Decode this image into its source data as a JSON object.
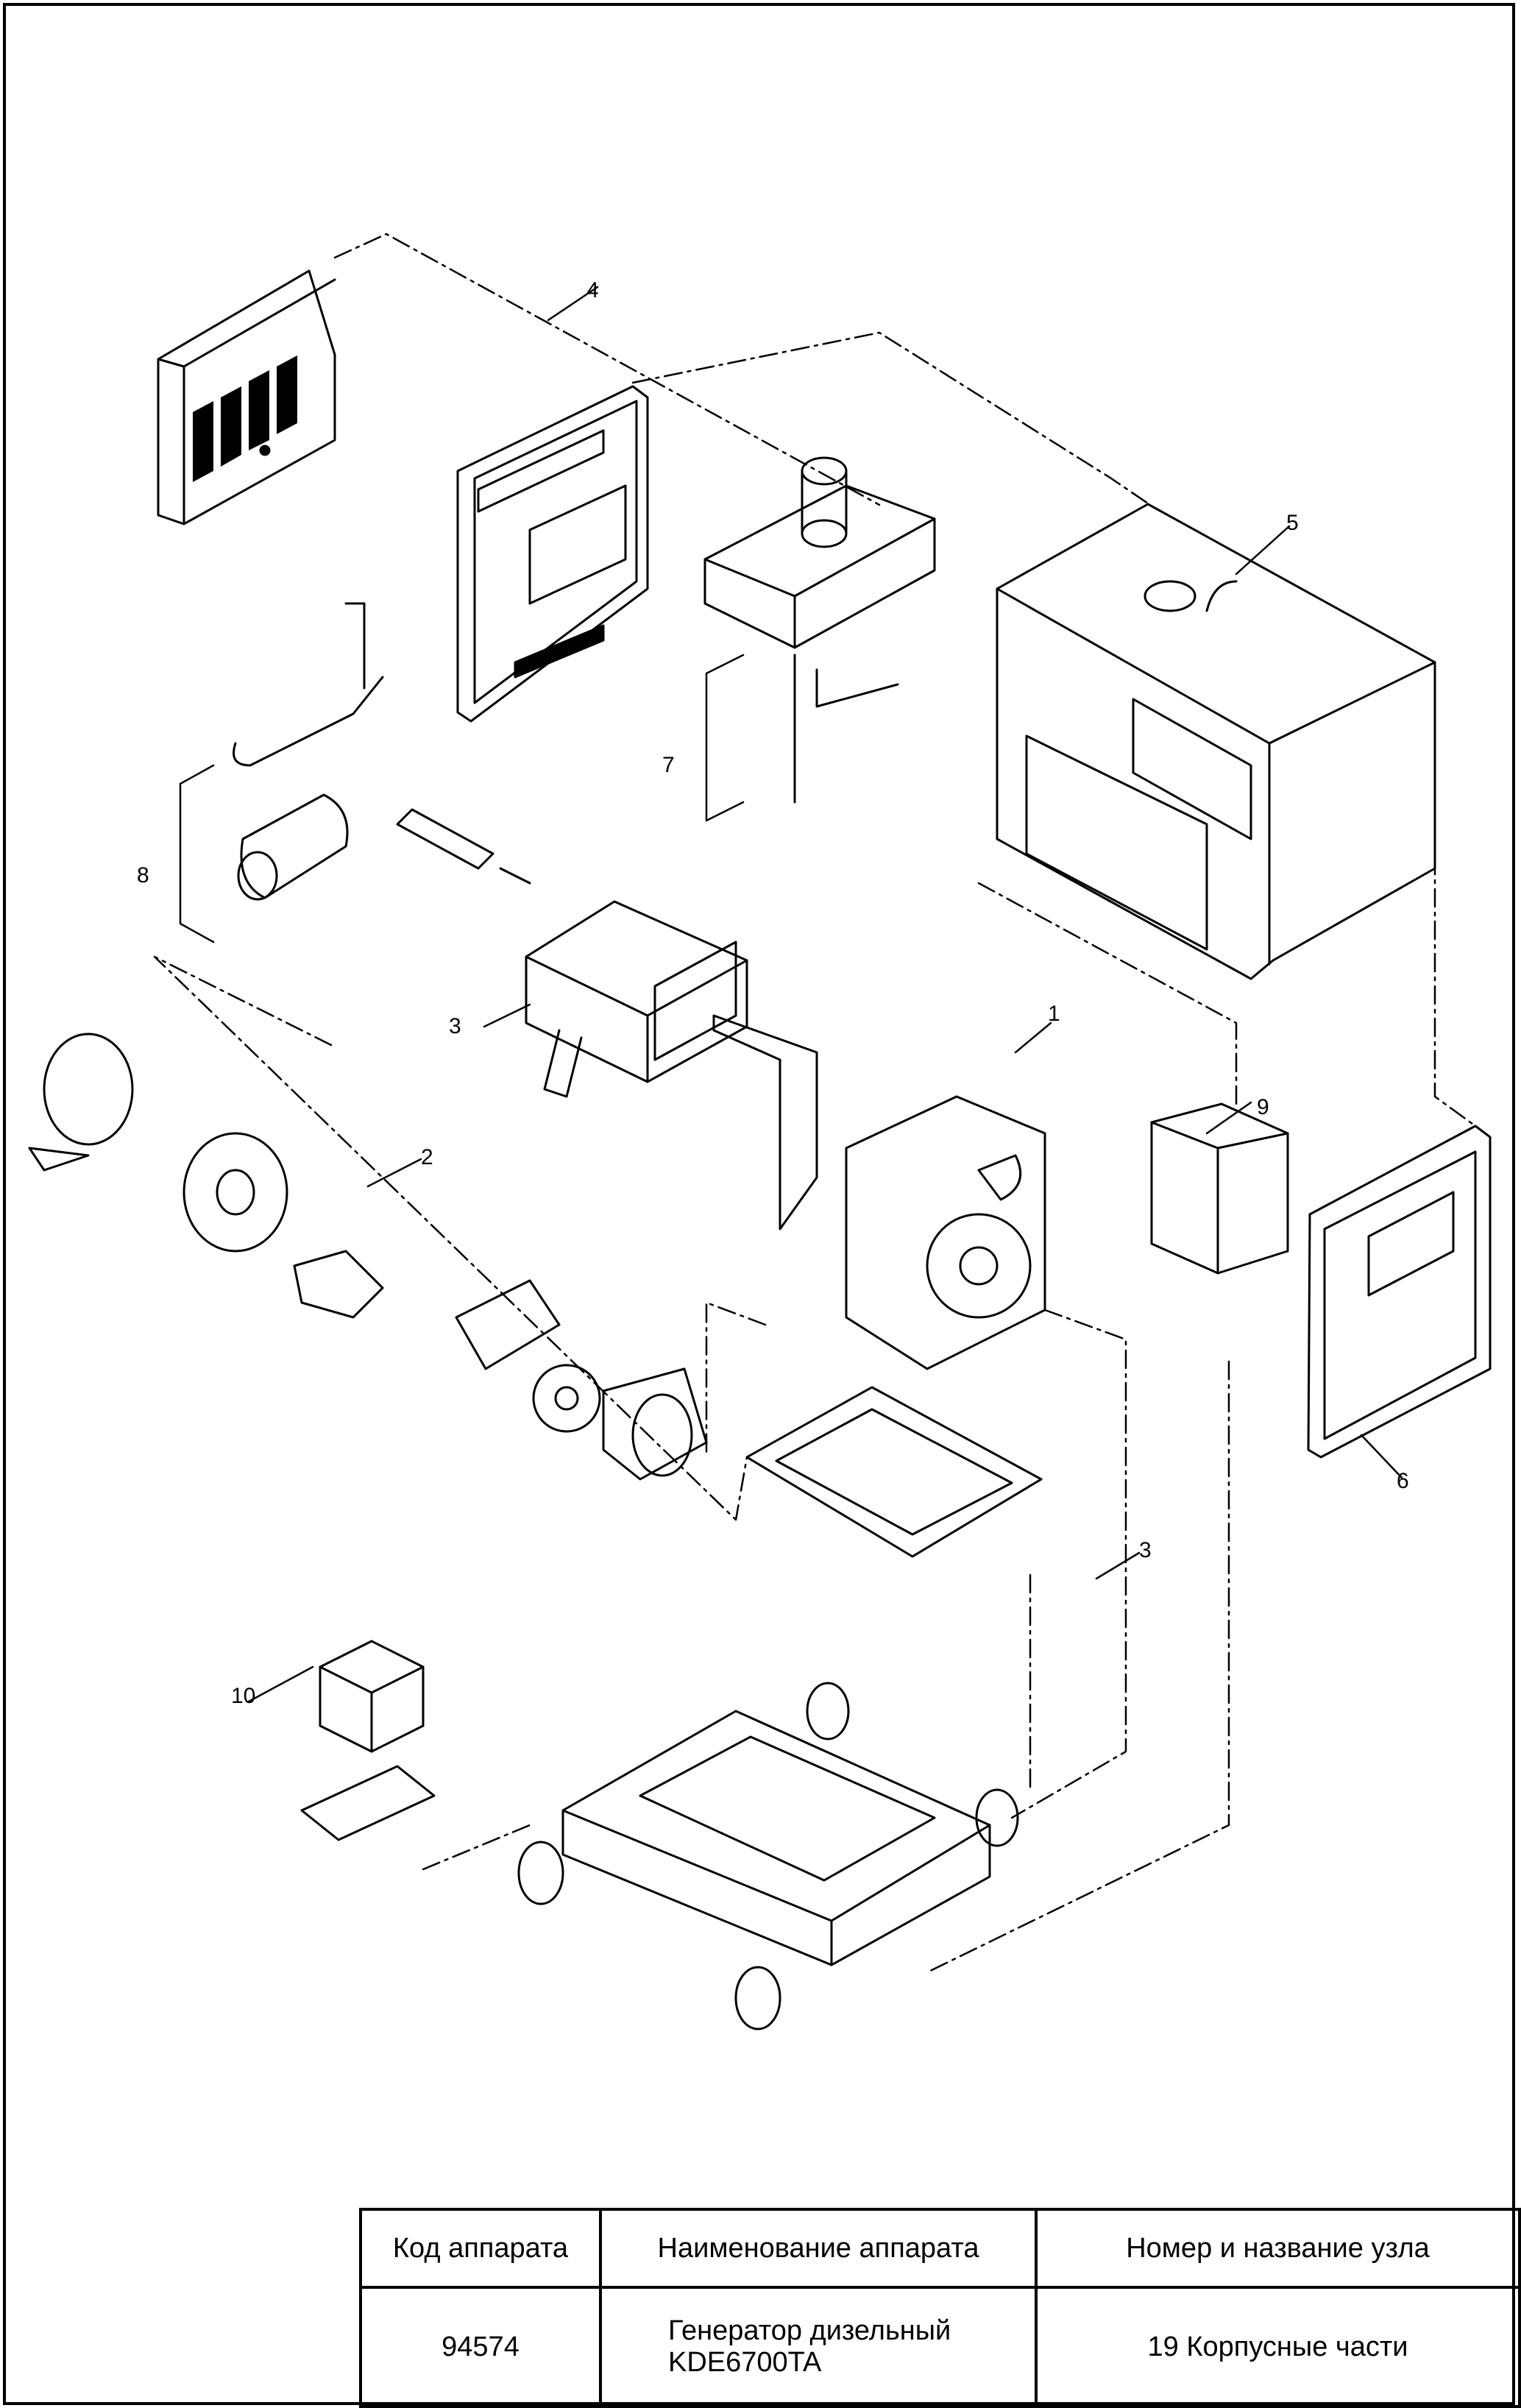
{
  "callouts": [
    "1",
    "2",
    "3",
    "3",
    "4",
    "5",
    "6",
    "7",
    "8",
    "9",
    "10"
  ],
  "title_block": {
    "headers": [
      "Код аппарата",
      "Наименование аппарата",
      "Номер и название узла"
    ],
    "values": {
      "code": "94574",
      "name_line1": "Генератор дизельный",
      "name_line2": "KDE6700TA",
      "assembly": "19 Корпусные части"
    }
  }
}
